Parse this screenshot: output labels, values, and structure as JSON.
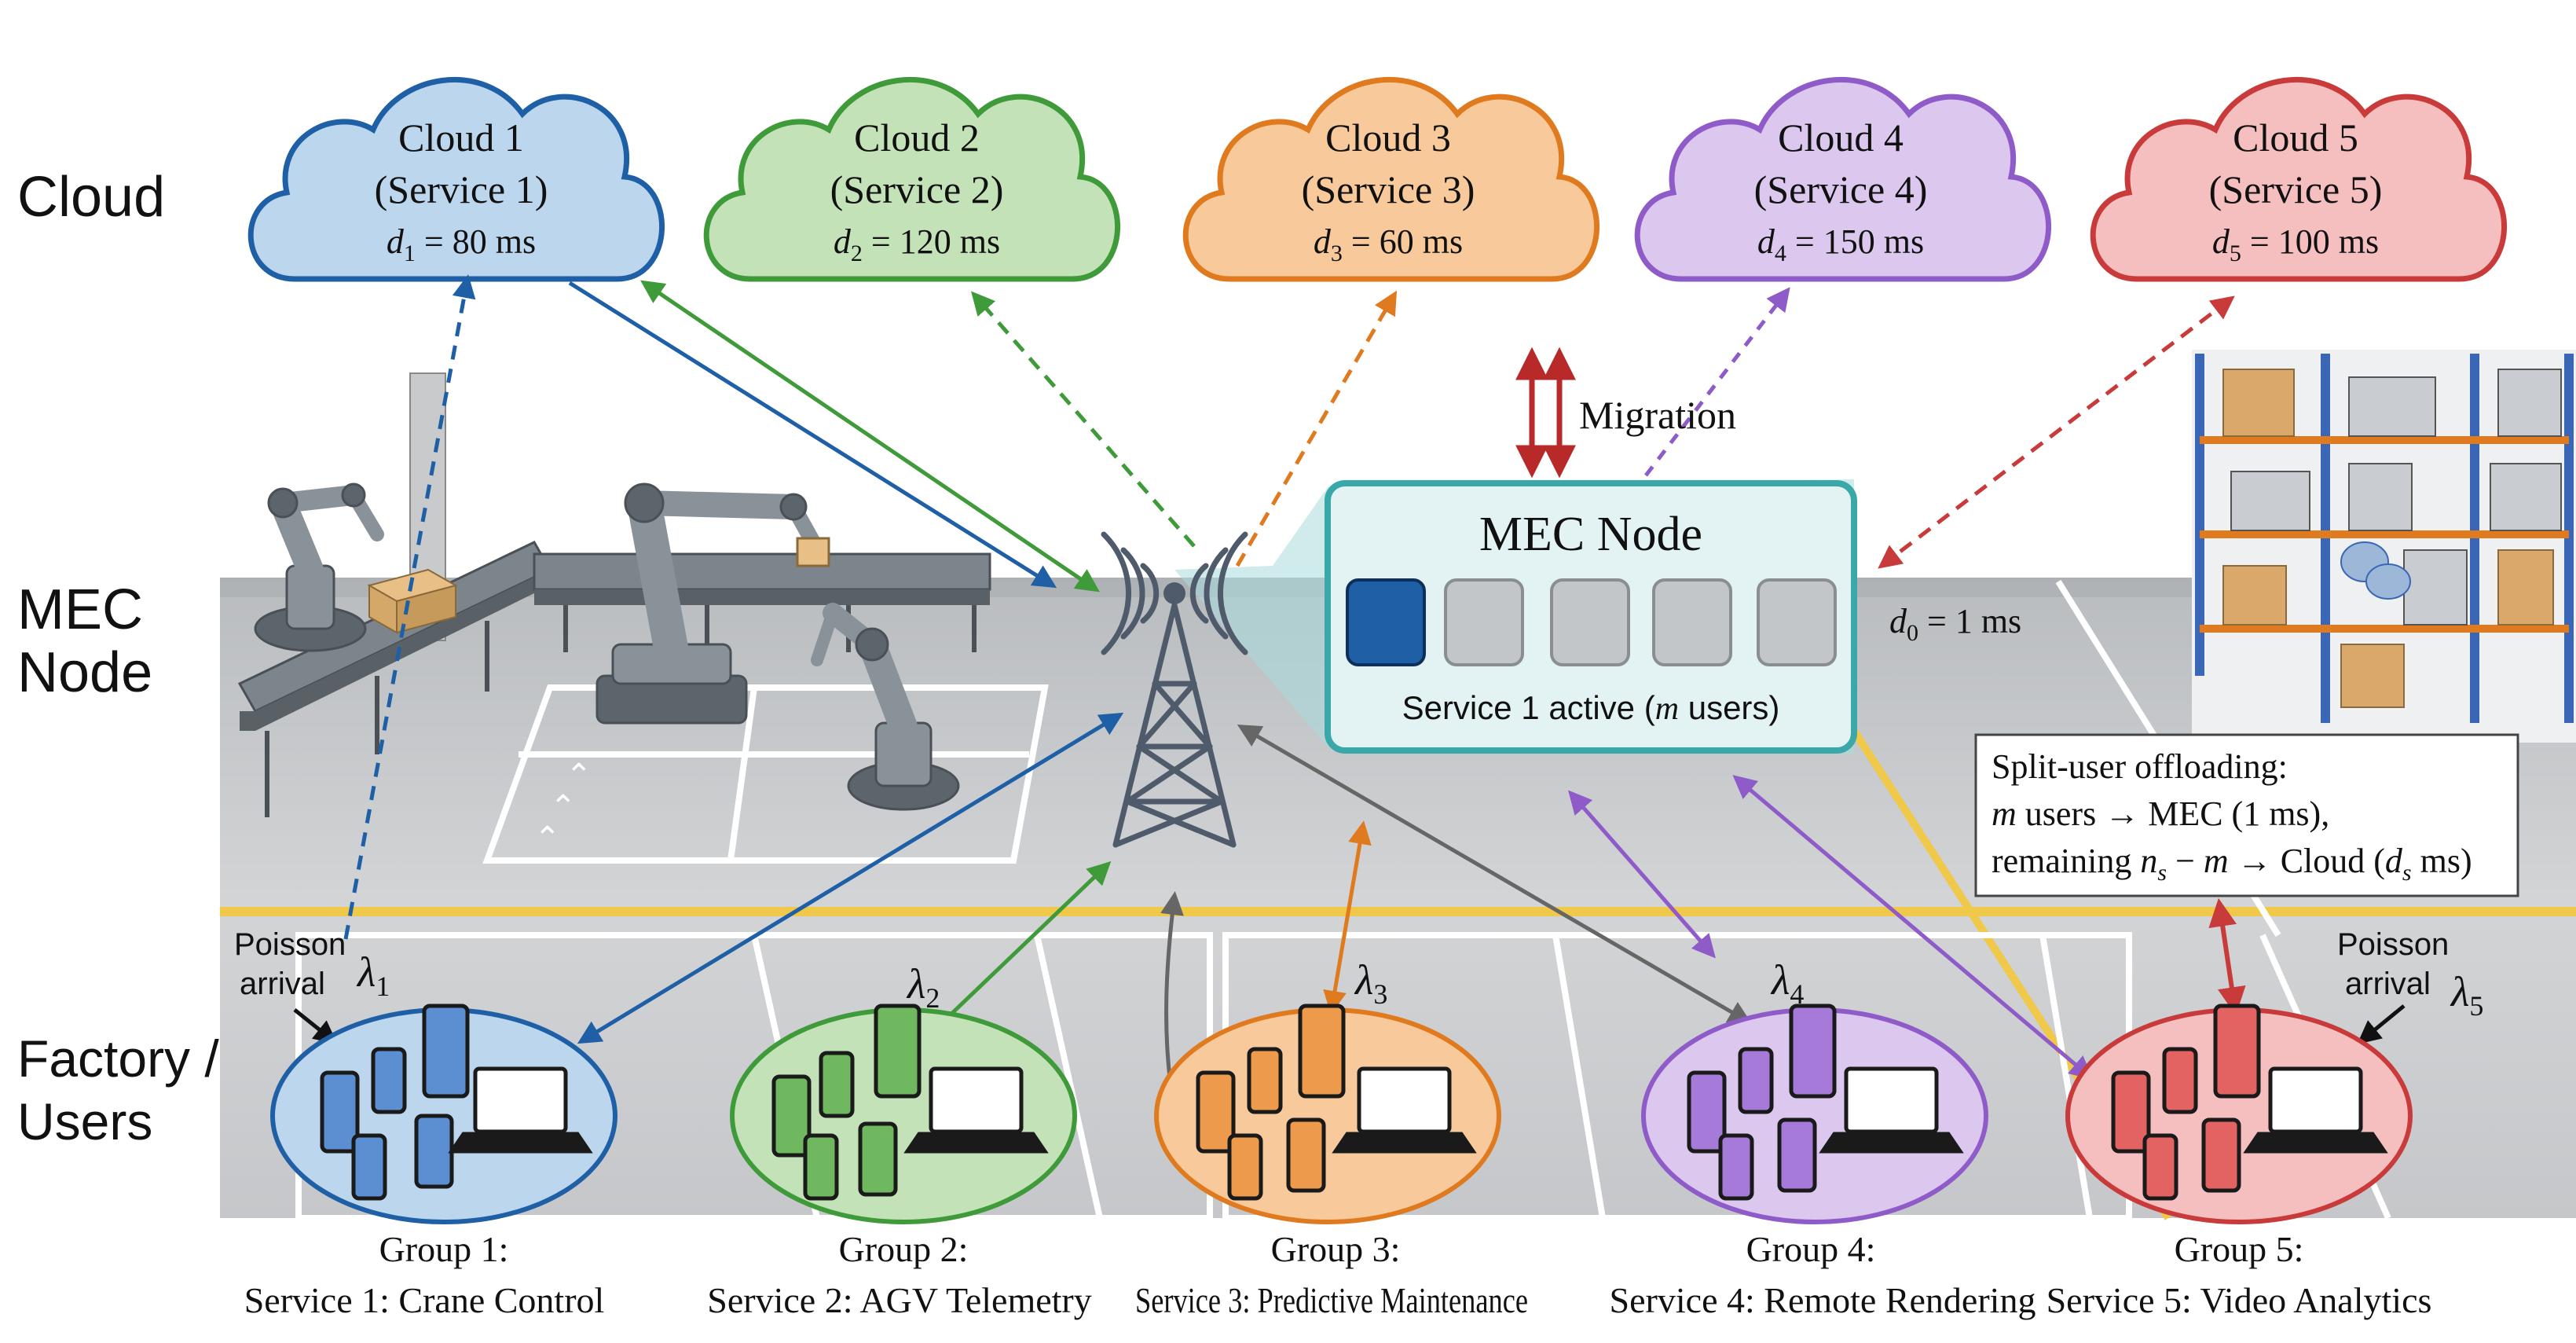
{
  "layers": {
    "cloud": "Cloud",
    "mec_line1": "MEC",
    "mec_line2": "Node",
    "users_line1": "Factory /",
    "users_line2": "Users"
  },
  "colors": {
    "blue": "#1f5fa6",
    "green": "#3f9a3a",
    "orange": "#e07a1e",
    "purple": "#8e5bc9",
    "red": "#c93a3a",
    "teal": "#3aa8a8",
    "gray_arrow": "#666666",
    "yellow_line": "#f0c84a"
  },
  "clouds": [
    {
      "name": "Cloud 1",
      "service": "(Service 1)",
      "d_sym": "d",
      "d_sub": "1",
      "d_val": " = 80 ms",
      "color": "blue"
    },
    {
      "name": "Cloud 2",
      "service": "(Service 2)",
      "d_sym": "d",
      "d_sub": "2",
      "d_val": " = 120 ms",
      "color": "green"
    },
    {
      "name": "Cloud 3",
      "service": "(Service 3)",
      "d_sym": "d",
      "d_sub": "3",
      "d_val": " = 60 ms",
      "color": "orange"
    },
    {
      "name": "Cloud 4",
      "service": "(Service 4)",
      "d_sym": "d",
      "d_sub": "4",
      "d_val": " = 150 ms",
      "color": "purple"
    },
    {
      "name": "Cloud 5",
      "service": "(Service 5)",
      "d_sym": "d",
      "d_sub": "5",
      "d_val": " = 100 ms",
      "color": "red"
    }
  ],
  "migration_label": "Migration",
  "mec": {
    "title": "MEC Node",
    "status_prefix": "Service 1 active (",
    "status_var": "m",
    "status_suffix": " users)",
    "slots": [
      true,
      false,
      false,
      false,
      false
    ]
  },
  "d0": {
    "sym": "d",
    "sub": "0",
    "val": " = 1 ms"
  },
  "callout": {
    "line1": "Split-user offloading:",
    "line2_var": "m",
    "line2_rest": " users → MEC (1 ms),",
    "line3_a": "remaining ",
    "line3_n": "n",
    "line3_s": "s",
    "line3_b": " − ",
    "line3_m": "m",
    "line3_c": " → Cloud (",
    "line3_d": "d",
    "line3_ds": "s",
    "line3_e": " ms)"
  },
  "poisson_left": {
    "line1": "Poisson",
    "line2": "arrival"
  },
  "poisson_right": {
    "line1": "Poisson",
    "line2": "arrival"
  },
  "groups": [
    {
      "lambda_sym": "λ",
      "lambda_sub": "1",
      "title": "Group 1:",
      "service": "Service 1: Crane Control",
      "color": "blue"
    },
    {
      "lambda_sym": "λ",
      "lambda_sub": "2",
      "title": "Group 2:",
      "service": "Service 2: AGV Telemetry",
      "color": "green"
    },
    {
      "lambda_sym": "λ",
      "lambda_sub": "3",
      "title": "Group 3:",
      "service": "Service 3: Predictive Maintenance",
      "color": "orange"
    },
    {
      "lambda_sym": "λ",
      "lambda_sub": "4",
      "title": "Group 4:",
      "service": "Service 4: Remote Rendering",
      "color": "purple"
    },
    {
      "lambda_sym": "λ",
      "lambda_sub": "5",
      "title": "Group 5:",
      "service": "Service 5: Video Analytics",
      "color": "red"
    }
  ]
}
